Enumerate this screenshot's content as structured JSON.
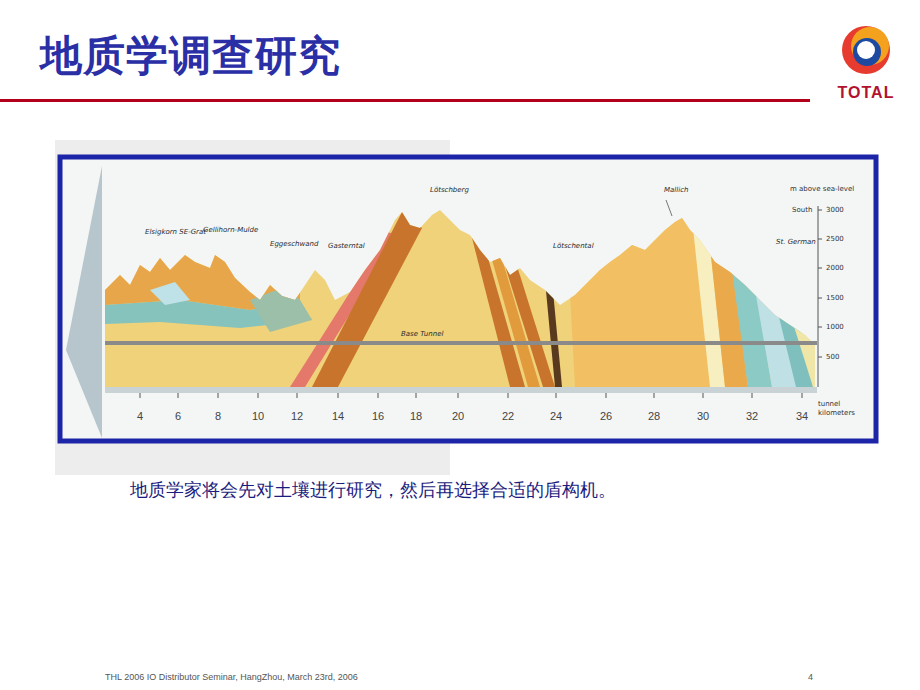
{
  "diagram": {
    "title": "地质学调查研究",
    "caption": "地质学家将会先对土壤进行研究，然后再选择合适的盾构机。",
    "labels": [
      "Elsigkorn SE-Grat",
      "Gellihorn-Mulde",
      "Eggeschwand",
      "Gasterntal",
      "Lötschberg",
      "Base Tunnel",
      "Lötschental",
      "Mallich",
      "m above sea-level",
      "South",
      "3000",
      "2500",
      "2000",
      "1500",
      "1000",
      "500",
      "St. German",
      "4",
      "6",
      "8",
      "10",
      "12",
      "14",
      "16",
      "18",
      "20",
      "22",
      "24",
      "26",
      "28",
      "30",
      "32",
      "34",
      "tunnel",
      "kilometers",
      "TOTAL",
      "THL 2006 IO Distributor Seminar, HangZhou, March 23rd, 2006",
      "4"
    ]
  }
}
